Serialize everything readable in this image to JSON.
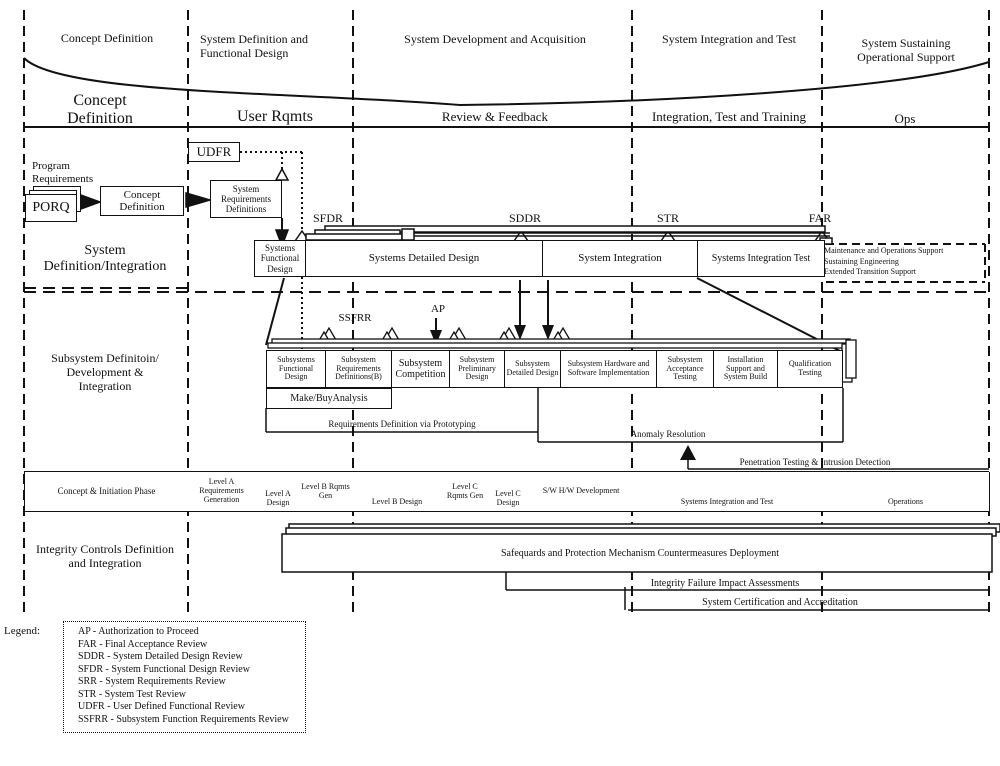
{
  "phases": [
    {
      "label": "Concept Definition"
    },
    {
      "label": "System Definition and Functional Design"
    },
    {
      "label": "System Development and Acquisition"
    },
    {
      "label": "System Integration and Test"
    },
    {
      "label": "System Sustaining Operational Support"
    }
  ],
  "stages": [
    {
      "label": "Concept Definition"
    },
    {
      "label": "User Rqmts"
    },
    {
      "label": "Review & Feedback"
    },
    {
      "label": "Integration, Test and Training"
    },
    {
      "label": "Ops"
    }
  ],
  "swimlanes": {
    "system": "System Definition/Integration",
    "subsystem": "Subsystem Definitoin/ Development & Integration",
    "integrity": "Integrity Controls Definition and Integration"
  },
  "system_lane": {
    "program_requirements": "Program Requirements",
    "porq": "PORQ",
    "concept_definition": "Concept Definition",
    "udfr": "UDFR",
    "system_requirements_definitions": "System Requirements Definitions",
    "systems_functional_design": "Systems Functional Design",
    "systems_detailed_design": "Systems Detailed Design",
    "system_integration": "System Integration",
    "systems_integration_test": "Systems Integration Test",
    "support": [
      "Maintenance and Operations Support",
      "Sustaining Engineering",
      "Extended Transition Support"
    ],
    "milestones": {
      "sfdr": "SFDR",
      "sddr": "SDDR",
      "str": "STR",
      "far": "FAR"
    }
  },
  "subsystem_lane": {
    "milestones": {
      "ssfrr": "SSFRR",
      "ap": "AP"
    },
    "steps": [
      "Subsystems Functional Design",
      "Subsystem Requirements Definitions(B)",
      "Subsystem Competition",
      "Subsystem Preliminary Design",
      "Subsystem Detailed Design",
      "Subsystem Hardware and Software Implementation",
      "Subsystem Acceptance Testing",
      "Installation Support and System Build",
      "Qualification Testing"
    ],
    "make_buy": "Make/BuyAnalysis",
    "prototyping": "Requirements Definition via Prototyping",
    "anomaly": "Anomaly Resolution",
    "penetration": "Penetration Testing & Intrusion Detection"
  },
  "phase_bar": [
    "Concept & Initiation Phase",
    "Level A Requirements Generation",
    "Level A Design",
    "Level B Rqmts Gen",
    "Level B Design",
    "Level C Rqmts Gen",
    "Level C Design",
    "S/W H/W Development",
    "Systems Integration and Test",
    "Operations"
  ],
  "integrity_lane": {
    "safeguards": "Safequards and Protection Mechanism Countermeasures Deployment",
    "impact": "Integrity Failure Impact Assessments",
    "certification": "System Certification and Accreditation"
  },
  "legend": {
    "title": "Legend:",
    "items": [
      "AP - Authorization to Proceed",
      "FAR - Final Acceptance Review",
      "SDDR - System Detailed Design Review",
      "SFDR - System Functional Design Review",
      "SRR - System Requirements Review",
      "STR - System Test Review",
      "UDFR - User Defined Functional Review",
      "SSFRR - Subsystem Function Requirements Review"
    ]
  }
}
